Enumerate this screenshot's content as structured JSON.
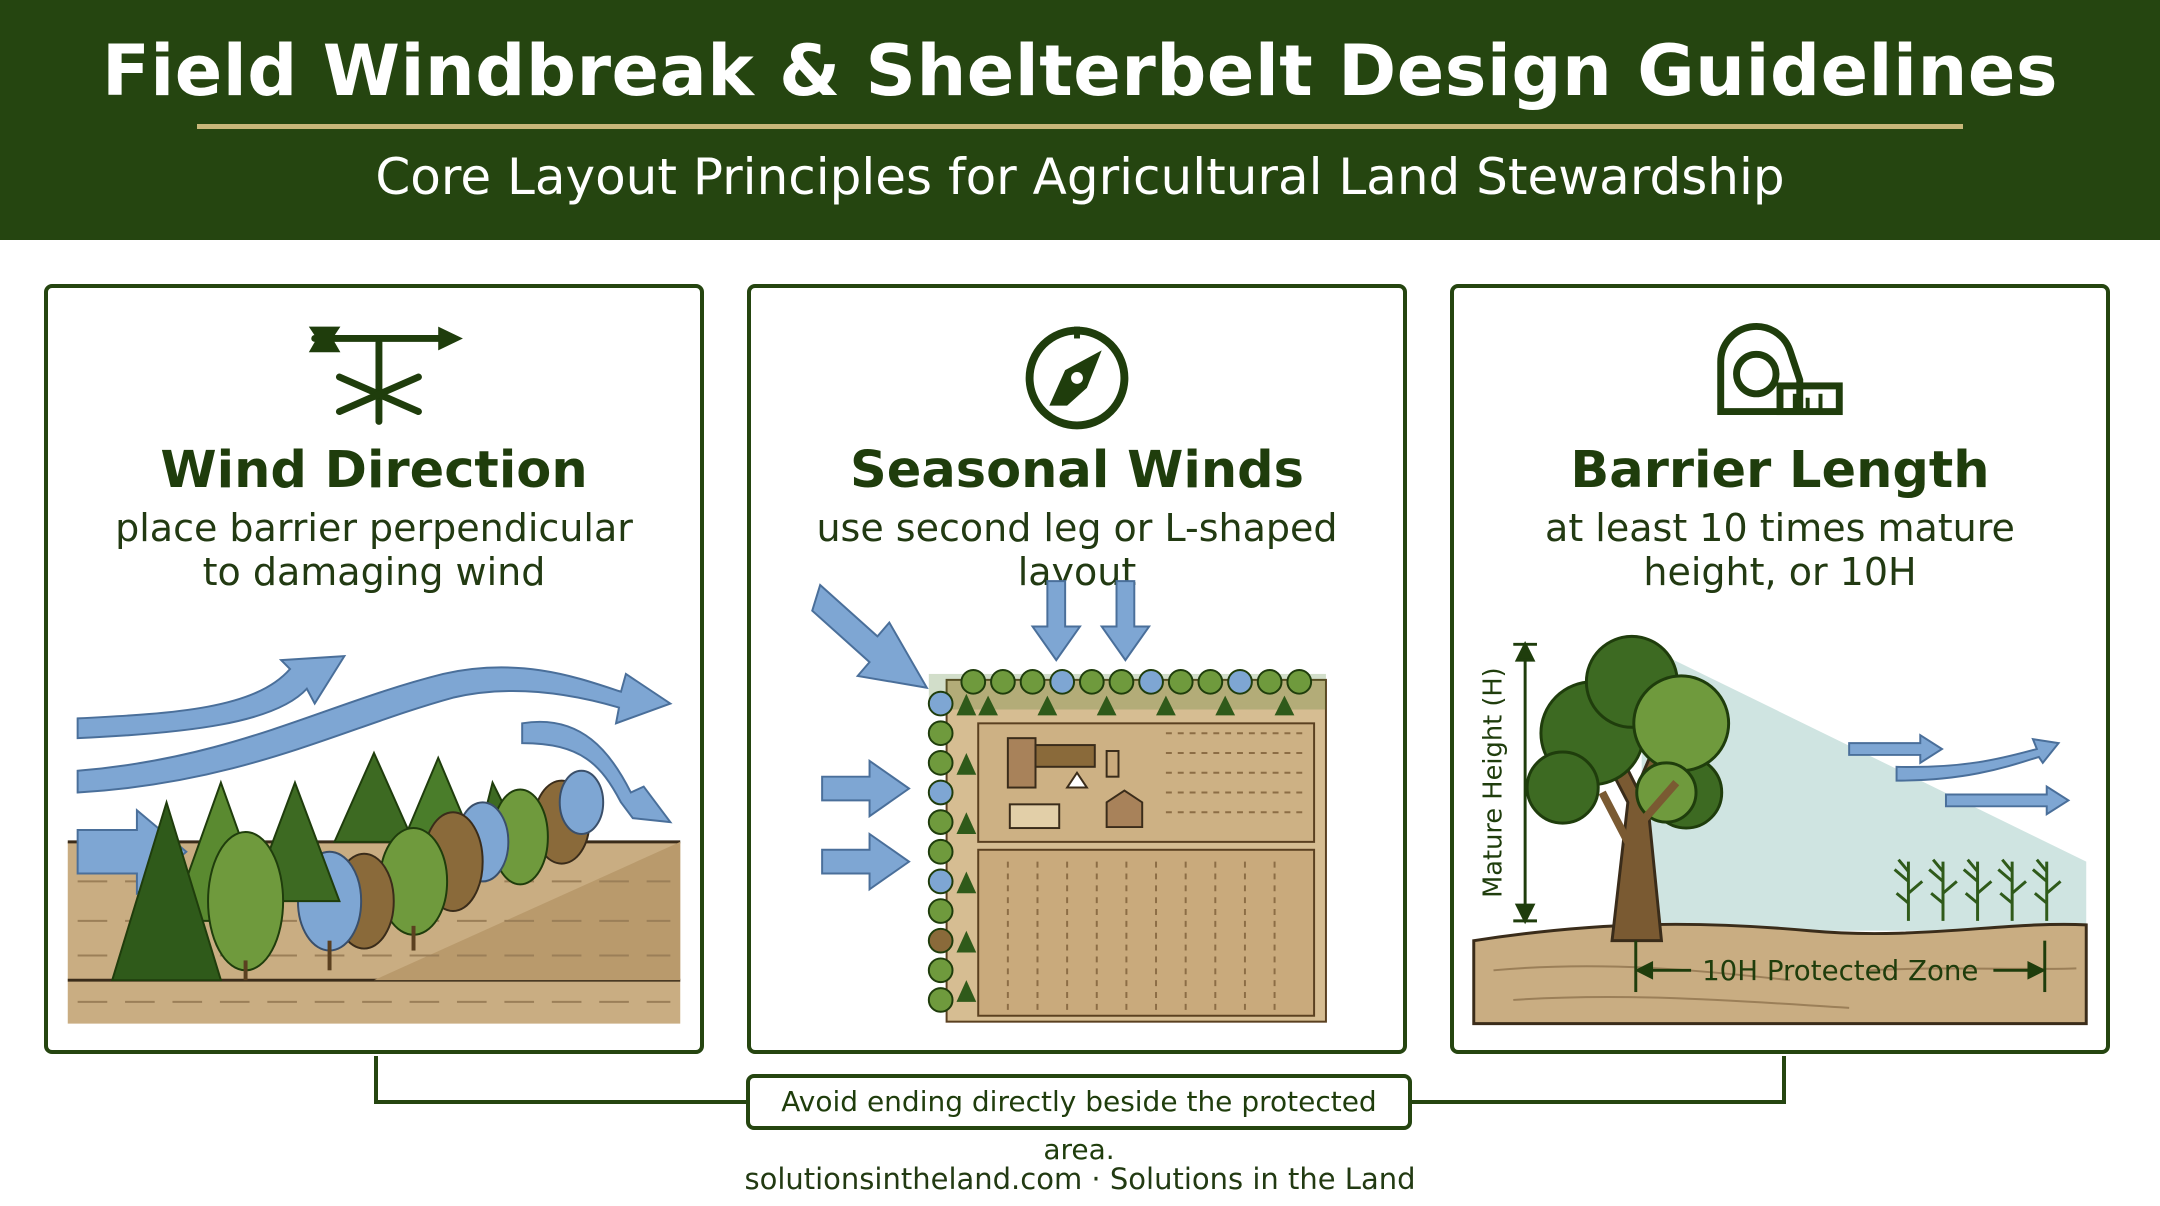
{
  "header": {
    "title": "Field Windbreak & Shelterbelt Design Guidelines",
    "subtitle": "Core Layout Principles for Agricultural Land Stewardship"
  },
  "panels": [
    {
      "icon": "weather-vane-icon",
      "title": "Wind Direction",
      "description": "place barrier perpendicular\nto damaging wind"
    },
    {
      "icon": "compass-icon",
      "title": "Seasonal Winds",
      "description": "use second leg or L-shaped layout"
    },
    {
      "icon": "tape-measure-icon",
      "title": "Barrier Length",
      "description": "at least 10 times mature\nheight, or 10H",
      "axis_label": "Mature Height (H)",
      "zone_label": "10H Protected Zone"
    }
  ],
  "note": "Avoid ending directly beside the protected area.",
  "footer": "solutionsintheland.com · Solutions in the Land",
  "colors": {
    "header_bg": "#254510",
    "accent_rule": "#c9b77a",
    "wind_arrow": "#7ea6d3",
    "soil": "#c7aa80",
    "dark_green": "#2f5a1a"
  }
}
